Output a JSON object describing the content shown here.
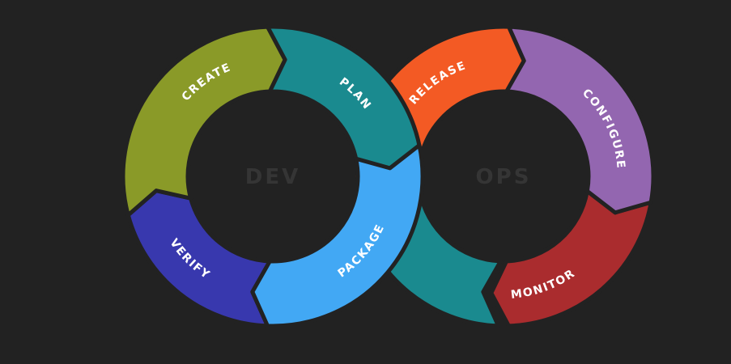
{
  "background_color": "#222222",
  "gap_color": "#222222",
  "hubs": [
    {
      "id": "dev",
      "label": "DEV"
    },
    {
      "id": "ops",
      "label": "OPS"
    }
  ],
  "segments": [
    {
      "id": "plan",
      "label": "PLAN",
      "color": "#1a8a8f",
      "ring": "dev"
    },
    {
      "id": "create",
      "label": "CREATE",
      "color": "#8a9a28",
      "ring": "dev"
    },
    {
      "id": "verify",
      "label": "VERIFY",
      "color": "#3838ae",
      "ring": "dev"
    },
    {
      "id": "package",
      "label": "PACKAGE",
      "color": "#42a8f4",
      "ring": "dev"
    },
    {
      "id": "release",
      "label": "RELEASE",
      "color": "#f35a24",
      "ring": "ops"
    },
    {
      "id": "configure",
      "label": "CONFIGURE",
      "color": "#9366b0",
      "ring": "ops"
    },
    {
      "id": "monitor",
      "label": "MONITOR",
      "color": "#aa2c2e",
      "ring": "ops"
    },
    {
      "id": "teal-return",
      "label": "",
      "color": "#1a8a8f",
      "ring": "ops"
    }
  ]
}
